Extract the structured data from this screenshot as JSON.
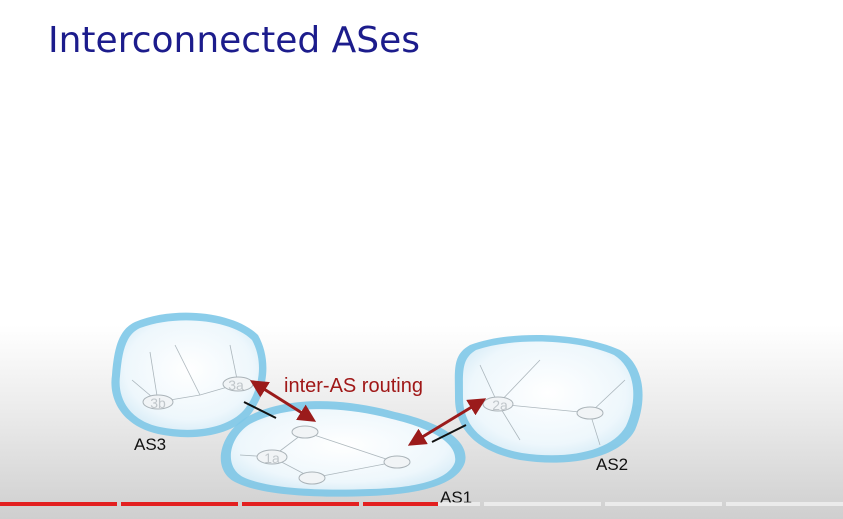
{
  "slide": {
    "title": "Interconnected ASes"
  },
  "diagram": {
    "autonomous_systems": [
      {
        "id": "AS3",
        "label": "AS3"
      },
      {
        "id": "AS1",
        "label": "AS1"
      },
      {
        "id": "AS2",
        "label": "AS2"
      }
    ],
    "routers": [
      "3b",
      "3a",
      "1a",
      "2a"
    ],
    "annotation": "inter-AS routing",
    "colors": {
      "cloud_fill": "#dbeef8",
      "cloud_edge": "#7ec8e8",
      "arrow": "#9b1b1b",
      "annotation_text": "#a01818",
      "title_text": "#1c1c8c"
    }
  },
  "video_progress": {
    "segments": 7,
    "played_fraction": 0.52,
    "colors": {
      "played": "#e32020",
      "unplayed": "#ffffff"
    }
  }
}
